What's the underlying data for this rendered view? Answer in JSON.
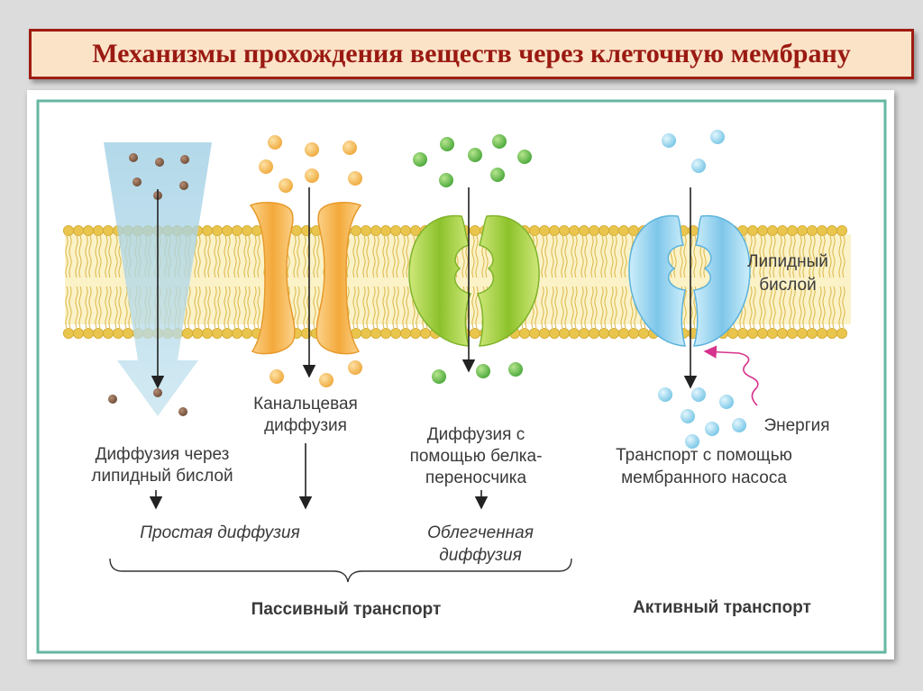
{
  "title": "Механизмы прохождения веществ через клеточную мембрану",
  "membrane_label": [
    "Липидный",
    "бислой"
  ],
  "mechanisms": {
    "lipid": [
      "Диффузия через",
      "липидный бислой"
    ],
    "channel": [
      "Канальцевая",
      "диффузия"
    ],
    "carrier": [
      "Диффузия с",
      "помощью белка-",
      "переносчика"
    ],
    "pump": [
      "Транспорт с помощью",
      "мембранного насоса"
    ]
  },
  "simple_diffusion": "Простая диффузия",
  "facilitated_diffusion": [
    "Облегченная",
    "диффузия"
  ],
  "passive_transport": "Пассивный транспорт",
  "active_transport": "Активный транспорт",
  "energy": "Энергия",
  "colors": {
    "title_text": "#9a1a12",
    "title_border": "#9e1c12",
    "title_bg": "#fbe3c8",
    "frame": "#66b7a2",
    "lipid_head": "#e9c54e",
    "lipid_tail": "#d8b13a",
    "channel_protein": "#f6b04a",
    "carrier_protein": "#9ccc3a",
    "pump_protein": "#8fd0ee",
    "gradient_arrow": "#a9d3e6",
    "energy_arrow": "#d6338c"
  }
}
